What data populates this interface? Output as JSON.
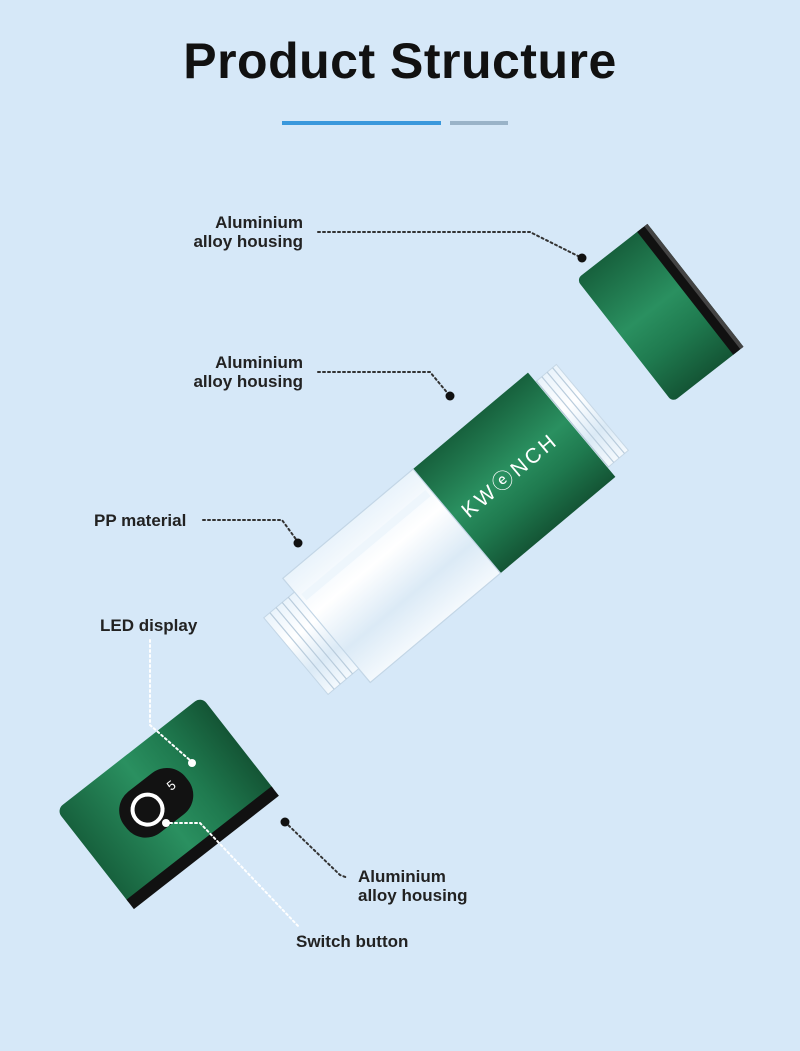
{
  "title": "Product Structure",
  "labels": {
    "cap_housing": {
      "line1": "Aluminium",
      "line2": "alloy housing"
    },
    "body_housing": {
      "line1": "Aluminium",
      "line2": "alloy housing"
    },
    "pp_material": "PP material",
    "led_display": "LED display",
    "base_housing": {
      "line1": "Aluminium",
      "line2": "alloy housing"
    },
    "switch_button": "Switch button"
  },
  "brand": "KWⓔNCH",
  "display_readout": "5",
  "colors": {
    "background": "#d6e8f8",
    "accent_rule": "#3a98dc",
    "housing_green": "#1e7a4e"
  }
}
